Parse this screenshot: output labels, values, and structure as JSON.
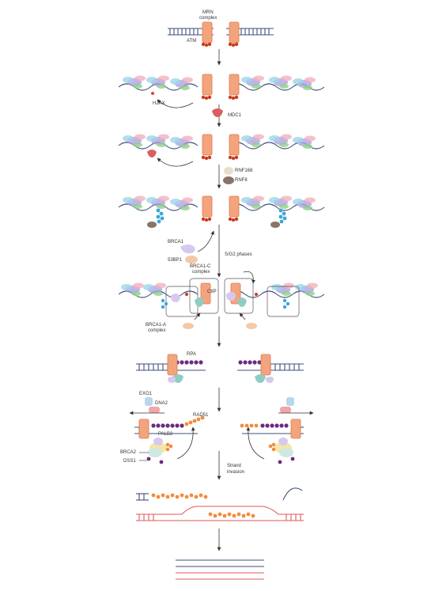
{
  "labels": {
    "mrn_complex_line1": "MRN",
    "mrn_complex_line2": "complex",
    "atm": "ATM",
    "h2ax": "H2AX",
    "mdc1": "MDC1",
    "rnf168": "RNF168",
    "rnf8": "RNF8",
    "brca1": "BRCA1",
    "bp53": "53BP1",
    "sg2": "S/G2 phases",
    "brca1c_line1": "BRCA1-C",
    "brca1c_line2": "complex",
    "ctip": "CtIP",
    "brca1a_line1": "BRCA1-A",
    "brca1a_line2": "complex",
    "rpa": "RPA",
    "exo1": "EXO1",
    "dna2": "DNA2",
    "rad51": "RAD51",
    "palb2": "PALB2",
    "brca2": "BRCA2",
    "dss1": "DSS1",
    "strand_line1": "Strand",
    "strand_line2": "invasion"
  },
  "colors": {
    "dna": "#3c4f78",
    "mrn": "#f4a47c",
    "mrn_stroke": "#d97a4e",
    "atm": "#cc3b1f",
    "h2ax_dot": "#d9463a",
    "histone_blue": "#9fd4e8",
    "histone_purple": "#a99be0",
    "histone_pink": "#f0b2bf",
    "histone_green": "#8fcf8a",
    "mdc1": "#d95f5f",
    "rnf168": "#e9ddca",
    "rnf8": "#8a746a",
    "ubiquitin": "#3ba6d8",
    "brca1": "#d6c8ee",
    "bp53": "#f5c9a5",
    "ctip": "#8fcdc4",
    "rpa": "#6c2a80",
    "exo1": "#b9d6ef",
    "dna2": "#f2a7a7",
    "rad51": "#f48b3a",
    "palb2": "#f3e6a8",
    "brca2": "#cfe8e0",
    "red_strand": "#e05a5a"
  }
}
